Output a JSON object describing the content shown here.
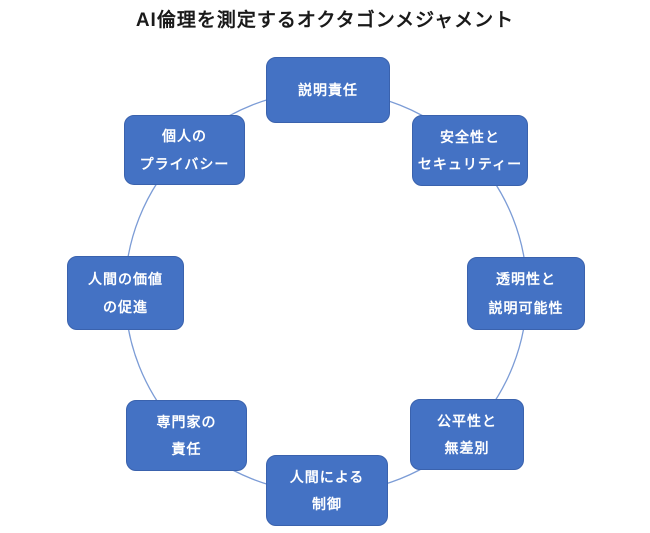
{
  "title": "AI倫理を測定するオクタゴンメジャメント",
  "colors": {
    "background": "#FFFFFF",
    "box_fill": "#4472C4",
    "box_border": "#3A62AD",
    "box_text": "#FFFFFF",
    "circle_stroke": "#7C9CD6",
    "title_text": "#1A1A1A"
  },
  "nodes": [
    {
      "id": "accountability",
      "position": "top",
      "lines": [
        "説明責任"
      ]
    },
    {
      "id": "safety-security",
      "position": "top-right",
      "lines": [
        "安全性と",
        "セキュリティー"
      ]
    },
    {
      "id": "transparency",
      "position": "right",
      "lines": [
        "透明性と",
        "説明可能性"
      ]
    },
    {
      "id": "fairness",
      "position": "bottom-right",
      "lines": [
        "公平性と",
        "無差別"
      ]
    },
    {
      "id": "human-control",
      "position": "bottom",
      "lines": [
        "人間による",
        "制御"
      ]
    },
    {
      "id": "professional-responsibility",
      "position": "bottom-left",
      "lines": [
        "専門家の",
        "責任"
      ]
    },
    {
      "id": "human-values",
      "position": "left",
      "lines": [
        "人間の価値",
        "の促進"
      ]
    },
    {
      "id": "personal-privacy",
      "position": "top-left",
      "lines": [
        "個人の",
        "プライバシー"
      ]
    }
  ]
}
